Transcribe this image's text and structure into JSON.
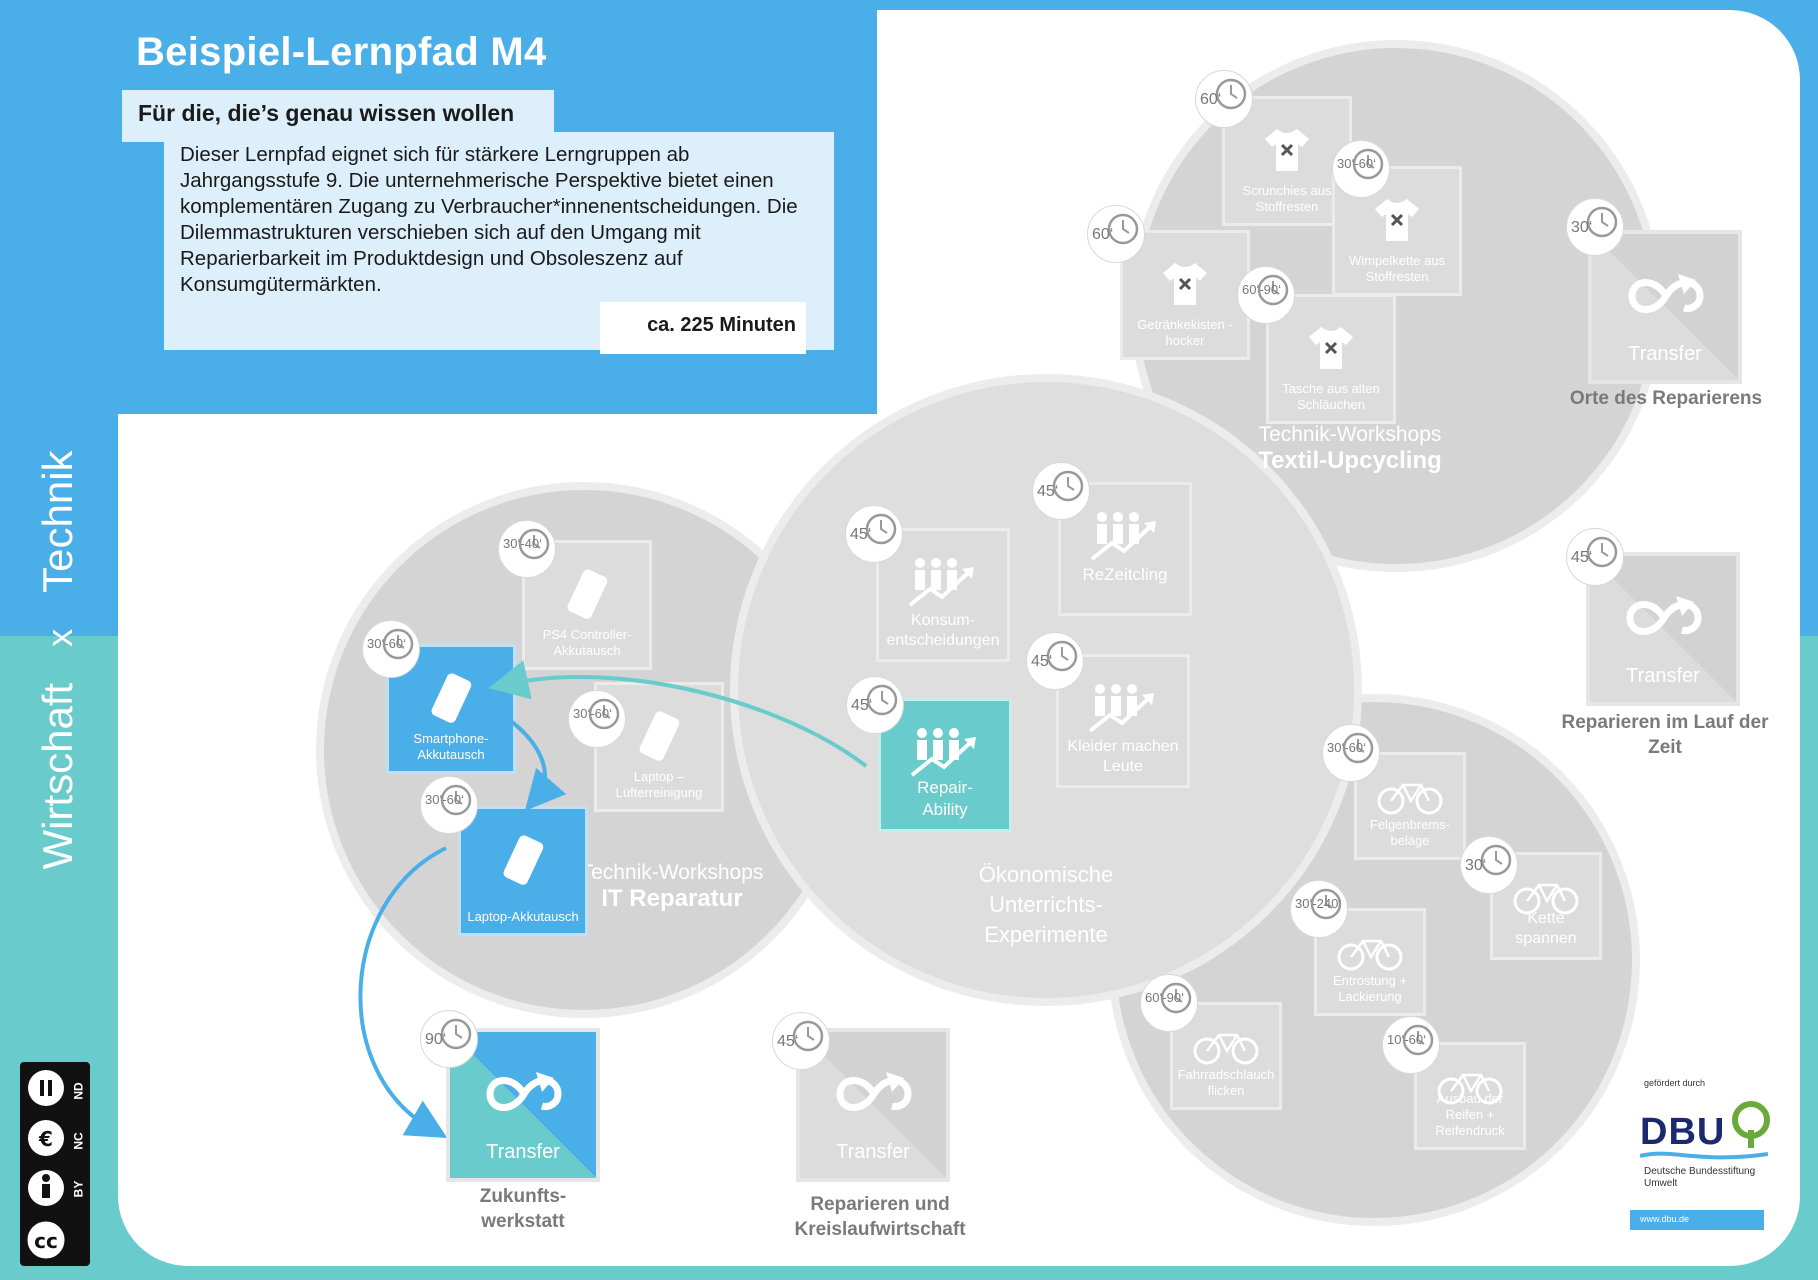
{
  "header": {
    "title": "Beispiel-Lernpfad M4",
    "subtitle": "Für die, die’s genau wissen wollen",
    "description": "Dieser Lernpfad eignet sich für stärkere Lerngruppen ab Jahrgangsstufe 9. Die unternehmerische Perspektive bietet einen komplementären Zugang zu Verbraucher*innenentscheidungen. Die Dilemmastrukturen verschieben sich auf den Umgang mit Reparierbarkeit im Produktdesign und Obsoleszenz auf Konsumgütermärkten.",
    "duration": "ca. 225 Minuten"
  },
  "side": {
    "left": "Wirtschaft",
    "sep": "x",
    "right": "Technik"
  },
  "circles": {
    "textile": {
      "line1": "Technik-Workshops",
      "line2": "Textil-Upcycling"
    },
    "it": {
      "line1": "Technik-Workshops",
      "line2": "IT Reparatur"
    },
    "eco": {
      "line1": "Ökonomische",
      "line2": "Unterrichts-",
      "line3": "Experimente"
    }
  },
  "cards": {
    "scrunchies": {
      "label": "Scrunchies aus Stoffresten",
      "time": "60‘"
    },
    "wimpel": {
      "label": "Wimpelkette aus Stoffresten",
      "time": "30‘-60‘"
    },
    "hocker": {
      "label": "Getränkekisten -hocker",
      "time": "60‘"
    },
    "tasche": {
      "label": "Tasche aus alten Schläuchen",
      "time": "60‘-90‘"
    },
    "ps4": {
      "label": "PS4 Controller-Akkutausch",
      "time": "30‘-40‘"
    },
    "smartphone": {
      "label": "Smartphone-Akkutausch",
      "time": "30‘-60‘"
    },
    "luefter": {
      "label": "Laptop – Lüfterreinigung",
      "time": "30‘-60‘"
    },
    "laptop": {
      "label": "Laptop-Akkutausch",
      "time": "30‘-60‘"
    },
    "konsum": {
      "label": "Konsum-entscheidungen",
      "time": "45‘"
    },
    "rezeit": {
      "label": "ReZeitcling",
      "time": "45‘"
    },
    "kleider": {
      "label": "Kleider machen Leute",
      "time": "45‘"
    },
    "repair": {
      "label": "Repair-Ability",
      "time": "45‘"
    },
    "felgen": {
      "label": "Felgenbrems-beläge",
      "time": "30‘-60‘"
    },
    "kette": {
      "label": "Kette spannen",
      "time": "30‘"
    },
    "entrost": {
      "label": "Entrostung + Lackierung",
      "time": "30‘-240‘"
    },
    "schlauch": {
      "label": "Fahrradschlauch flicken",
      "time": "60‘-90‘"
    },
    "reifen": {
      "label": "Ausbau der Reifen + Reifendruck",
      "time": "10‘-60‘"
    }
  },
  "transfers": {
    "orte": {
      "label": "Transfer",
      "time": "30‘",
      "caption": "Orte des Reparierens"
    },
    "zeit": {
      "label": "Transfer",
      "time": "45‘",
      "caption": "Reparieren im Lauf der Zeit"
    },
    "zukunft": {
      "label": "Transfer",
      "time": "90‘",
      "caption": "Zukunfts-werkstatt"
    },
    "kreislauf": {
      "label": "Transfer",
      "time": "45‘",
      "caption": "Reparieren und Kreislaufwirtschaft"
    }
  },
  "sponsor": {
    "small": "gefördert durch",
    "logo": "DBU",
    "name": "Deutsche Bundesstiftung Umwelt",
    "url": "www.dbu.de"
  },
  "license": {
    "by": "BY",
    "nc": "NC",
    "nd": "ND"
  },
  "colors": {
    "blue": "#4aaee8",
    "teal": "#69cbcb",
    "grey": "#dcdcdc"
  }
}
